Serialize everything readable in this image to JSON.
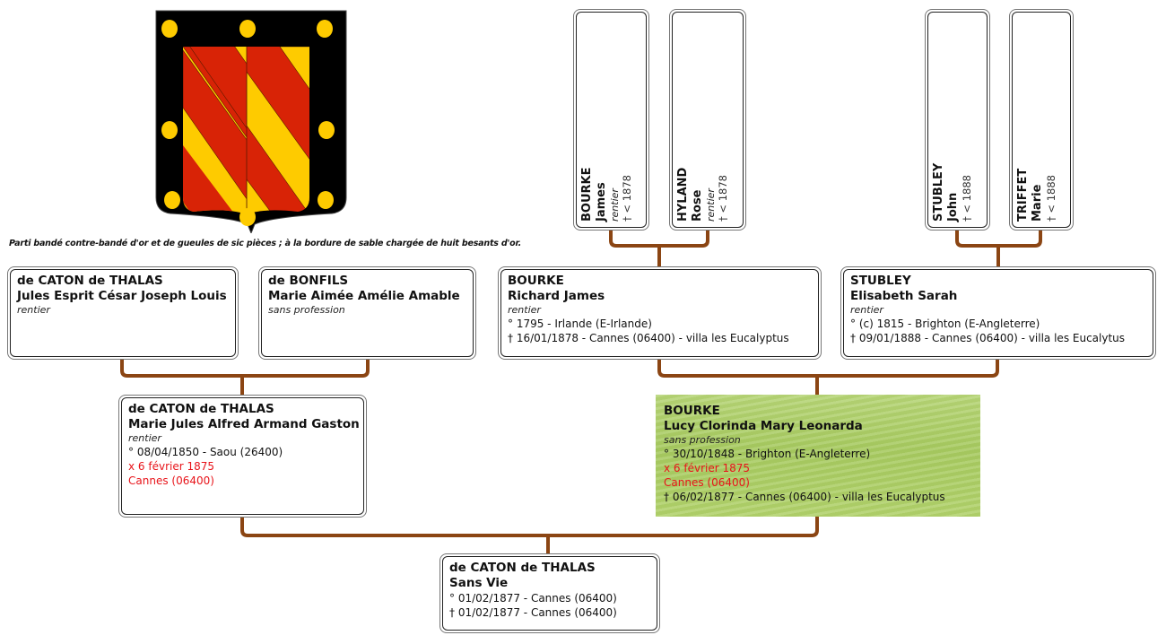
{
  "coat_of_arms": {
    "caption": "Parti bandé contre-bandé d'or et de gueules de sic pièces ; à la bordure de sable chargée de huit besants d'or.",
    "colors": {
      "or": "#fecb00",
      "gueules": "#d82306",
      "sable": "#000000"
    }
  },
  "connector_color": "#8b4513",
  "great_grandparents": [
    {
      "surname": "BOURKE",
      "given": "James",
      "profession": "rentier",
      "death": "† < 1878"
    },
    {
      "surname": "HYLAND",
      "given": "Rose",
      "profession": "rentier",
      "death": "† < 1878"
    },
    {
      "surname": "STUBLEY",
      "given": "John",
      "profession": "",
      "death": "† < 1888"
    },
    {
      "surname": "TRIFFET",
      "given": "Marie",
      "profession": "",
      "death": "† < 1888"
    }
  ],
  "grandparents": [
    {
      "surname": "de CATON de THALAS",
      "given": "Jules Esprit César Joseph Louis",
      "profession": "rentier"
    },
    {
      "surname": "de BONFILS",
      "given": "Marie Aimée Amélie Amable",
      "profession": "sans profession"
    },
    {
      "surname": "BOURKE",
      "given": "Richard James",
      "profession": "rentier",
      "birth": "° 1795  - Irlande (E-Irlande)",
      "death": "† 16/01/1878  - Cannes (06400) - villa les Eucalyptus"
    },
    {
      "surname": "STUBLEY",
      "given": "Elisabeth Sarah",
      "profession": "rentier",
      "birth": "° (c) 1815  - Brighton (E-Angleterre)",
      "death": "† 09/01/1888  - Cannes (06400) - villa les Eucalytus"
    }
  ],
  "parents": {
    "father": {
      "surname": "de CATON de THALAS",
      "given": "Marie Jules Alfred Armand Gaston",
      "profession": "rentier",
      "birth": "° 08/04/1850  - Saou (26400)",
      "marriage_date": "x 6 février 1875",
      "marriage_place": "Cannes (06400)"
    },
    "mother": {
      "surname": "BOURKE",
      "given": "Lucy Clorinda Mary Leonarda",
      "profession": "sans profession",
      "birth": "° 30/10/1848  - Brighton (E-Angleterre)",
      "marriage_date": "x 6 février 1875",
      "marriage_place": "Cannes (06400)",
      "death": "† 06/02/1877  - Cannes (06400) - villa les Eucalyptus"
    }
  },
  "subject": {
    "surname": "de CATON de THALAS",
    "given": "Sans Vie",
    "birth": "° 01/02/1877  - Cannes (06400)",
    "death": "† 01/02/1877  - Cannes (06400)"
  }
}
